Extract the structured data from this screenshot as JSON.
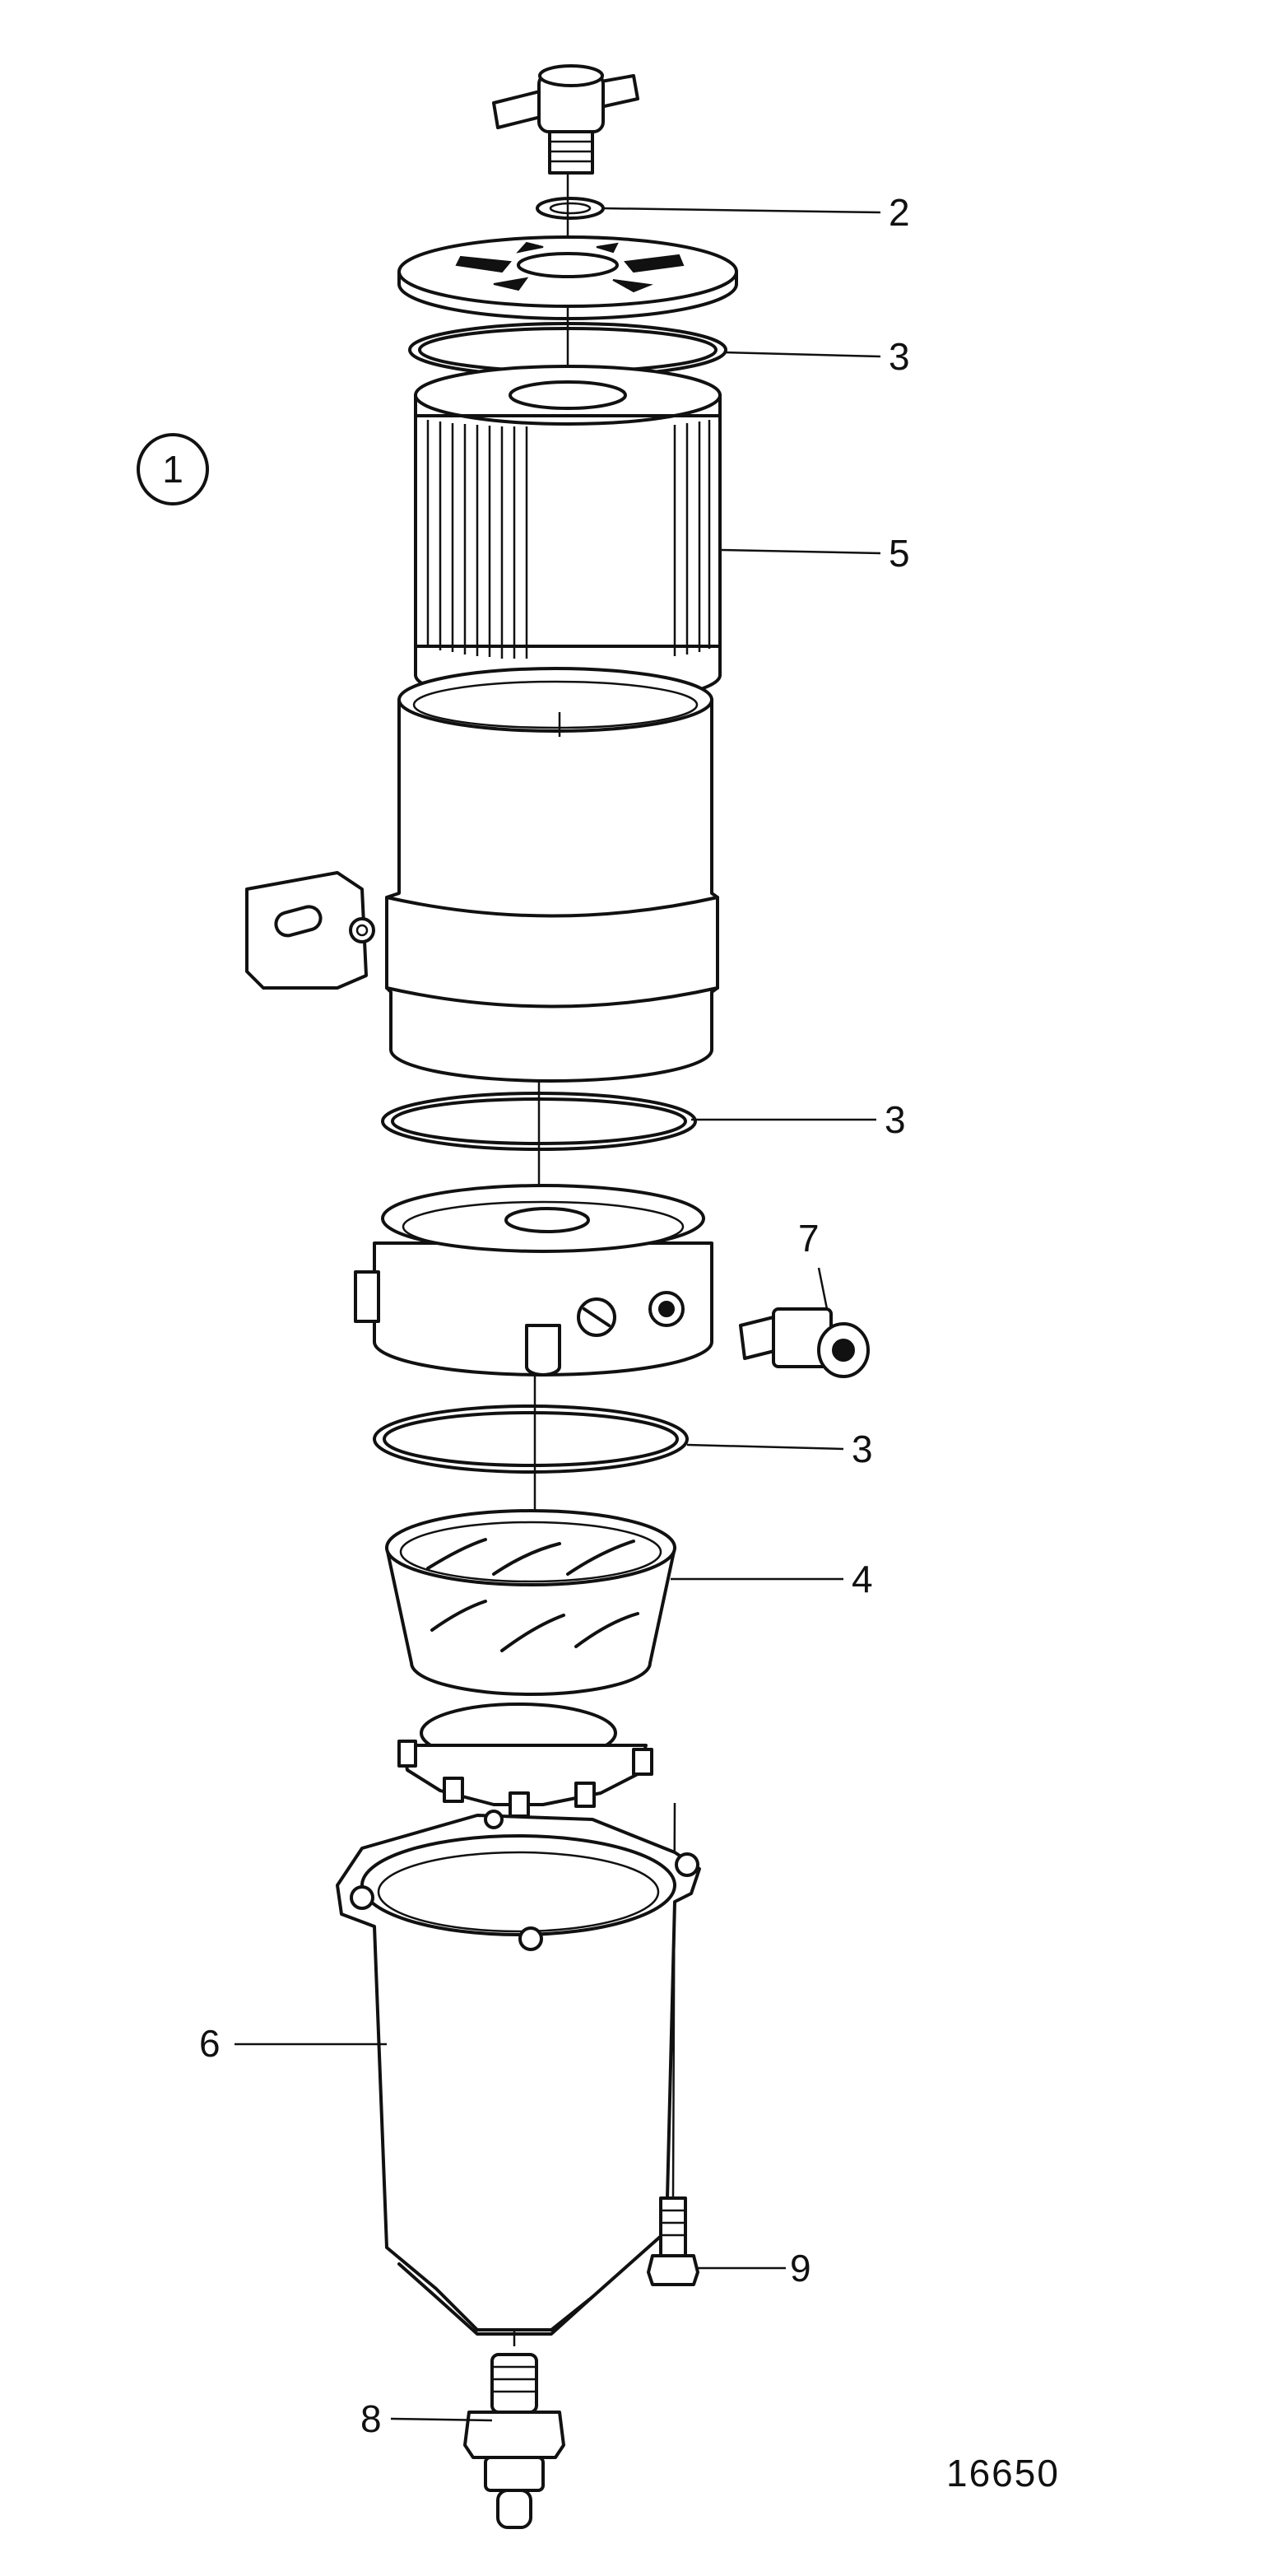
{
  "figure": {
    "view_number": "1",
    "drawing_number": "16650"
  },
  "callouts": [
    {
      "id": "c2a",
      "label": "2"
    },
    {
      "id": "c3a",
      "label": "3"
    },
    {
      "id": "c5",
      "label": "5"
    },
    {
      "id": "c3b",
      "label": "3"
    },
    {
      "id": "c7",
      "label": "7"
    },
    {
      "id": "c3c",
      "label": "3"
    },
    {
      "id": "c4",
      "label": "4"
    },
    {
      "id": "c6",
      "label": "6"
    },
    {
      "id": "c9",
      "label": "9"
    },
    {
      "id": "c8",
      "label": "8"
    }
  ],
  "parts": [
    {
      "name": "vent-screw"
    },
    {
      "name": "washer"
    },
    {
      "name": "cover-plate"
    },
    {
      "name": "o-ring-top"
    },
    {
      "name": "filter-element"
    },
    {
      "name": "filter-housing"
    },
    {
      "name": "mounting-bracket"
    },
    {
      "name": "o-ring-middle"
    },
    {
      "name": "valve-body"
    },
    {
      "name": "union-fitting"
    },
    {
      "name": "o-ring-lower"
    },
    {
      "name": "swirl-bowl"
    },
    {
      "name": "slotted-nut"
    },
    {
      "name": "water-trap-bowl"
    },
    {
      "name": "bolt"
    },
    {
      "name": "drain-valve"
    }
  ]
}
